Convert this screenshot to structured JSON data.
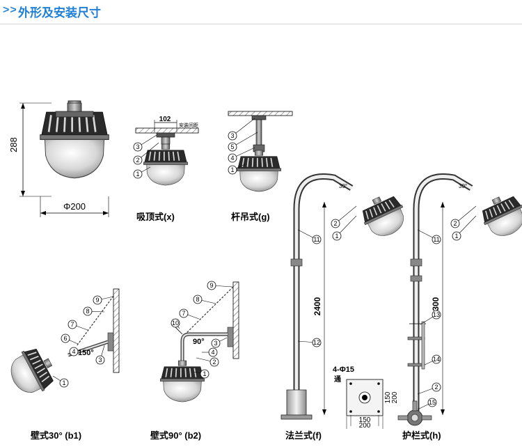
{
  "header": {
    "arrows": ">>",
    "title": "外形及安装尺寸"
  },
  "main_view": {
    "height_dim": "288",
    "diameter_dim": "Φ200"
  },
  "views": [
    {
      "id": "x",
      "caption": "吸顶式(x)"
    },
    {
      "id": "g",
      "caption": "杆吊式(g)"
    },
    {
      "id": "b1",
      "caption": "壁式30° (b1)"
    },
    {
      "id": "b2",
      "caption": "壁式90° (b2)"
    },
    {
      "id": "f",
      "caption": "法兰式(f)"
    },
    {
      "id": "h",
      "caption": "护栏式(h)"
    }
  ],
  "dims": {
    "ceiling_width": "102",
    "ceiling_note": "安装间距",
    "angle_30": "30°",
    "angle_150": "150°",
    "angle_90": "90°",
    "pole_f_height": "2400",
    "pole_h_height": "2300",
    "flange_holes": "4-Φ15",
    "flange_through": "通",
    "flange_inner": "150",
    "flange_outer": "200"
  },
  "callouts": {
    "n1": "1",
    "n2": "2",
    "n3": "3",
    "n4": "4",
    "n5": "5",
    "n6": "6",
    "n7": "7",
    "n8": "8",
    "n9": "9",
    "n10": "10",
    "n11": "11",
    "n12": "12",
    "n13": "13",
    "n14": "14",
    "n15": "15"
  }
}
